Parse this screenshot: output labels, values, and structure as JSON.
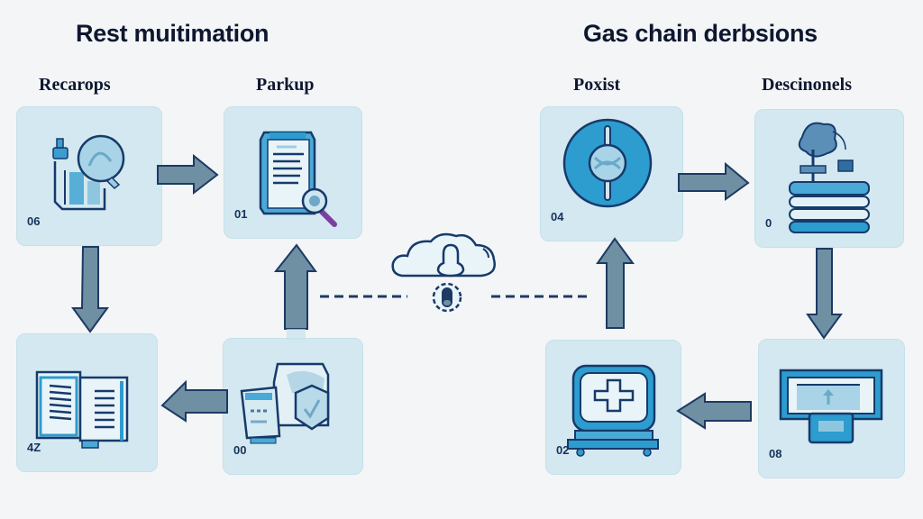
{
  "left_panel": {
    "title": "Rest muitimation",
    "columns": [
      "Recarops",
      "Parkup"
    ],
    "steps": [
      {
        "id": "recarops-card",
        "number": "06",
        "icon": "document-magnifier-icon"
      },
      {
        "id": "parkup-card",
        "number": "01",
        "icon": "checklist-search-icon"
      },
      {
        "id": "book-card",
        "number": "4Z",
        "icon": "open-book-icon"
      },
      {
        "id": "security-card",
        "number": "00",
        "icon": "shield-document-icon"
      }
    ]
  },
  "right_panel": {
    "title": "Gas chain derbsions",
    "columns": [
      "Poxist",
      "Descinonels"
    ],
    "steps": [
      {
        "id": "poxist-card",
        "number": "04",
        "icon": "circle-link-icon"
      },
      {
        "id": "descinonels-card",
        "number": "0",
        "icon": "tree-server-icon"
      },
      {
        "id": "upload-card",
        "number": "08",
        "icon": "monitor-upload-icon"
      },
      {
        "id": "medical-card",
        "number": "02",
        "icon": "monitor-plus-icon"
      }
    ]
  },
  "center": {
    "icon": "cloud-gear-icon"
  },
  "colors": {
    "card_bg": "#d3e8f0",
    "arrow_fill": "#6f8fa3",
    "arrow_stroke": "#1d3a63",
    "icon_stroke": "#163a6b",
    "icon_blue": "#2d9ccf",
    "title": "#0e1730"
  }
}
